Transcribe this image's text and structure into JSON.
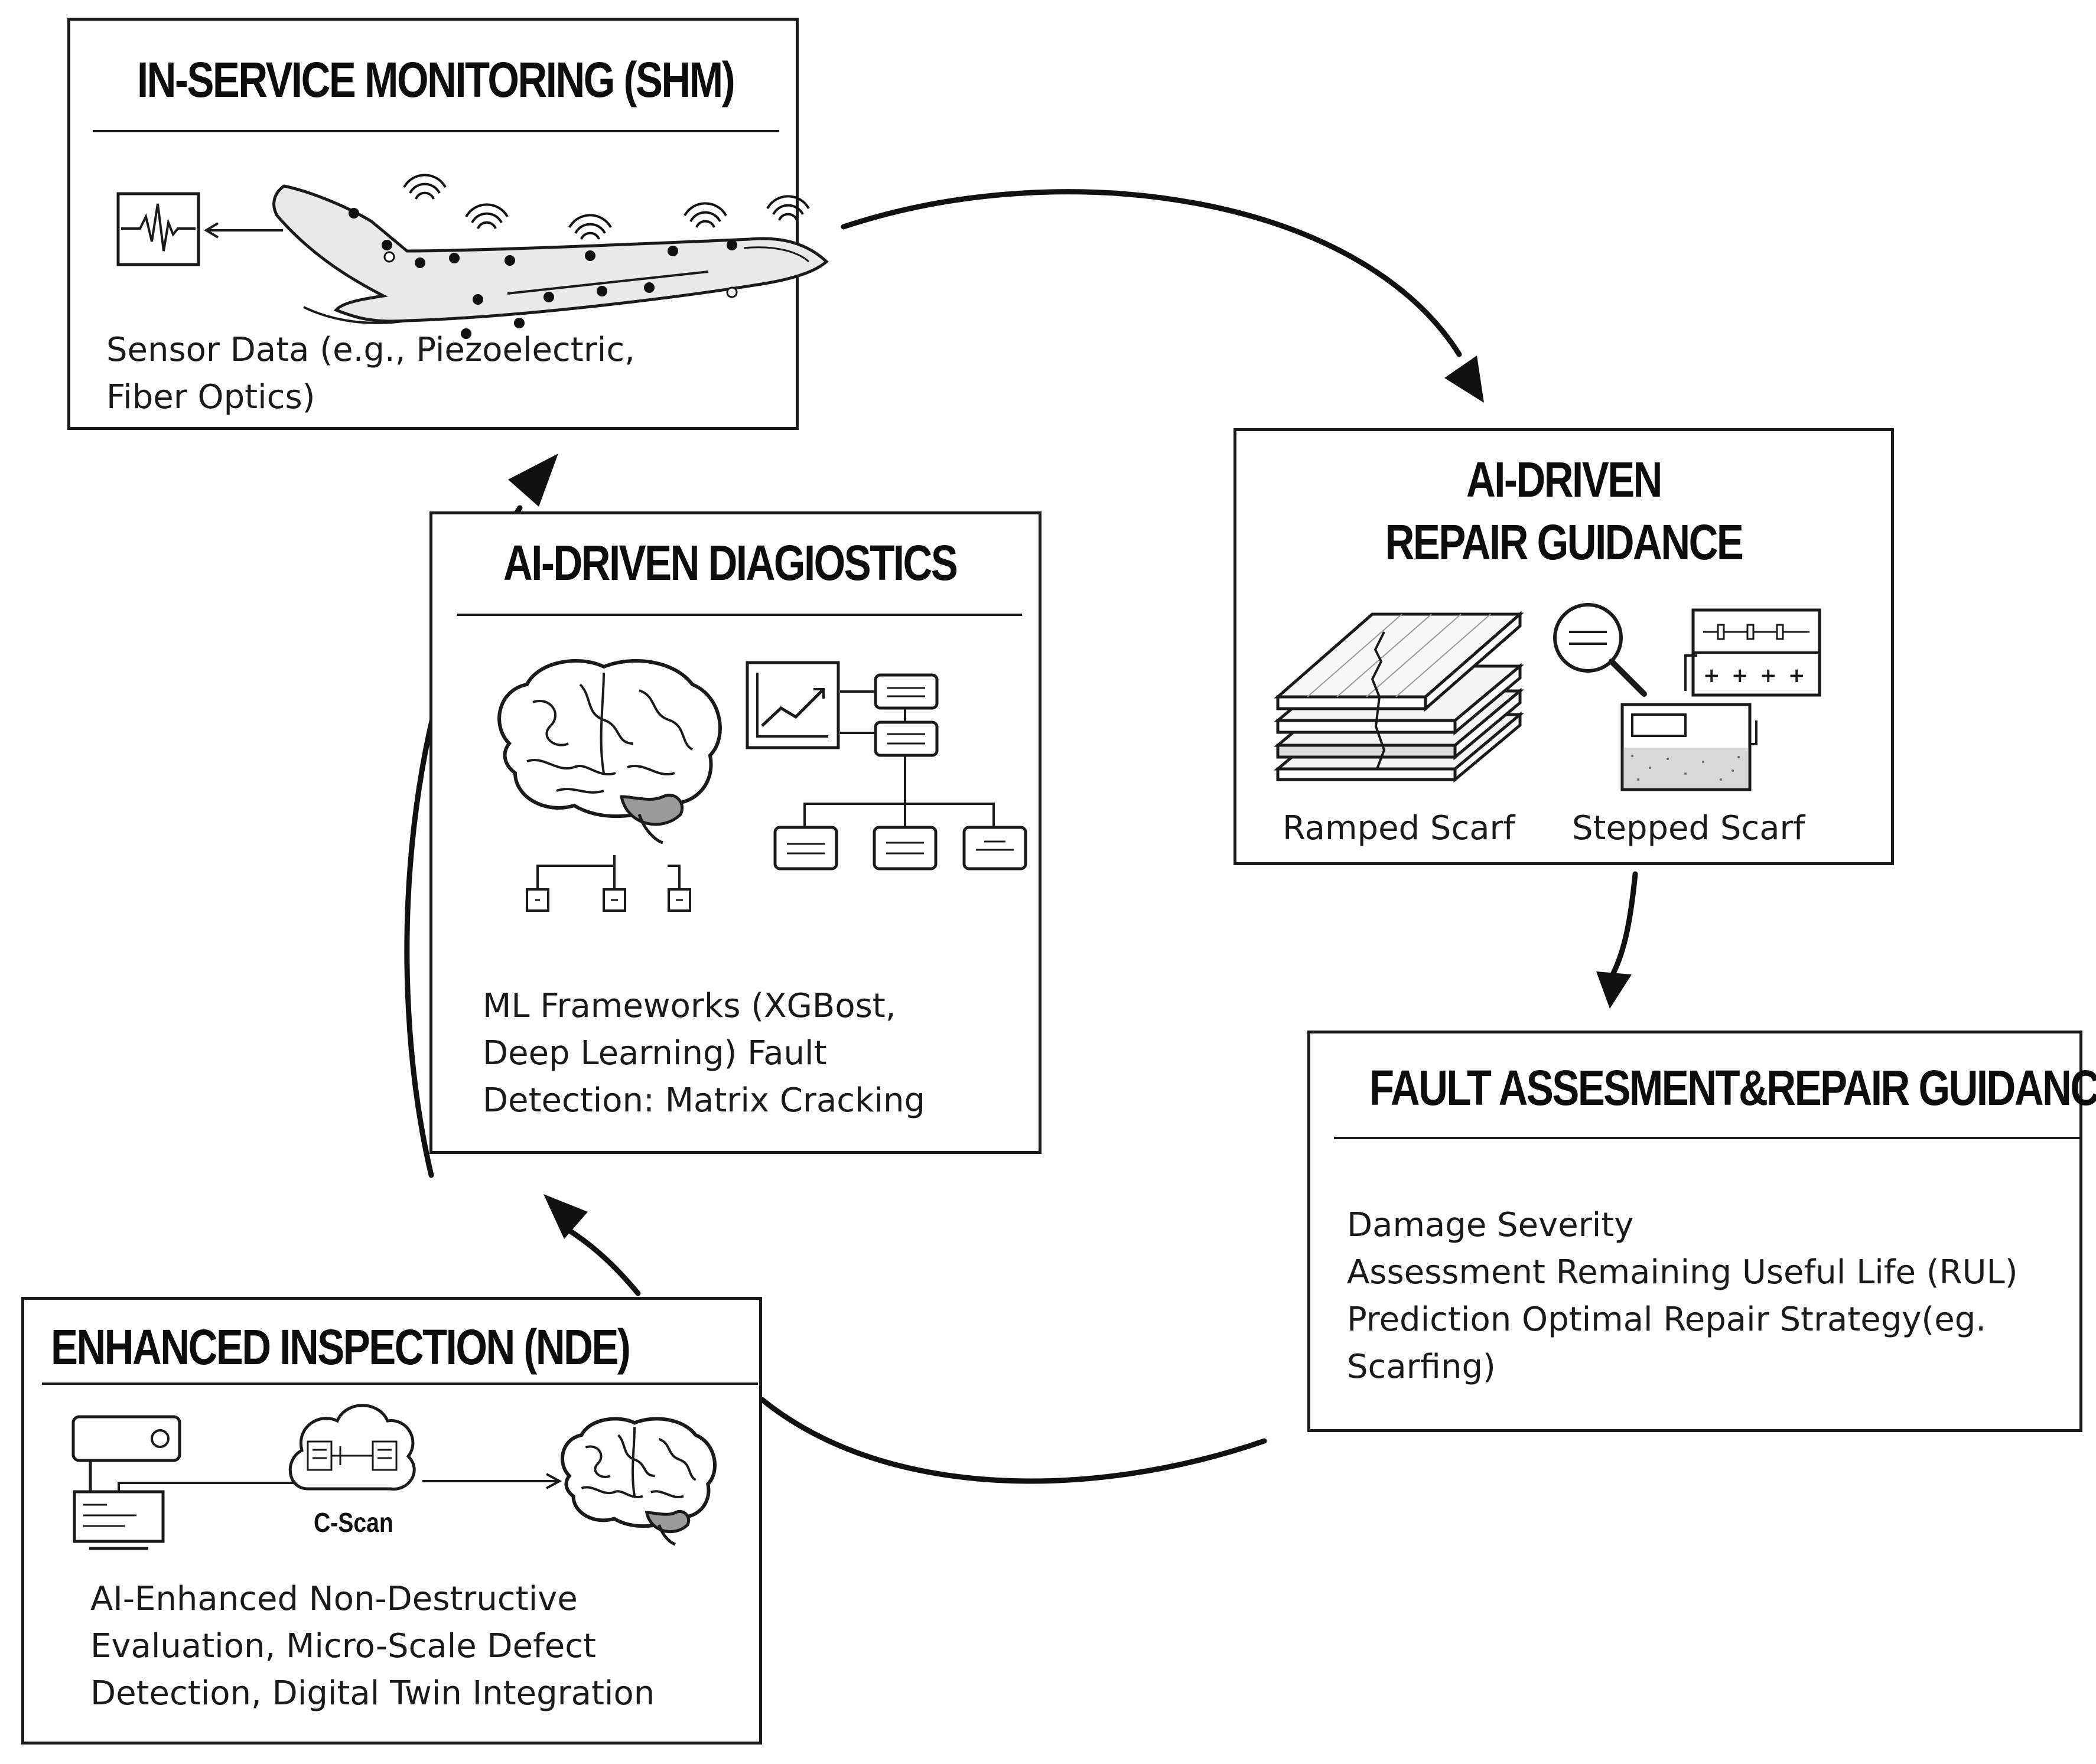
{
  "colors": {
    "ink": "#1a1a1a",
    "fill_light": "#ededed",
    "fill_grey": "#9a9a9a",
    "background": "#ffffff"
  },
  "shm": {
    "title": "IN-SERVICE MONITORING (SHM)",
    "lines": [
      "Sensor Data (e.g., Piezoelectric,",
      "Fiber Optics)"
    ],
    "icons": [
      "signal-monitor-icon",
      "aircraft-with-sensors-icon"
    ]
  },
  "repair_guidance": {
    "title_lines": [
      "AI-DRIVEN",
      "REPAIR GUIDANCE"
    ],
    "ramped_label": "Ramped Scarf",
    "stepped_label": "Stepped Scarf",
    "icons": [
      "laminate-layers-icon",
      "magnifier-icon",
      "control-panel-icon",
      "inspection-device-icon"
    ]
  },
  "fault": {
    "title": "FAULT ASSESMENT&REPAIR GUIDANCE",
    "lines": [
      "Damage Severity",
      "Assessment Remaining Useful Life (RUL)",
      "Prediction Optimal Repair Strategy(eg.",
      "Scarfing)"
    ]
  },
  "diagnostics": {
    "title": "AI-DRIVEN DIAGIOSTICS",
    "lines": [
      "ML Frameworks (XGBost,",
      "Deep Learning) Fault",
      "Detection: Matrix Cracking"
    ],
    "icons": [
      "brain-icon",
      "line-chart-icon",
      "flowchart-icon"
    ]
  },
  "nde": {
    "title": "ENHANCED INSPECTION (NDE)",
    "cscan_label": "C-Scan",
    "lines": [
      "AI-Enhanced Non-Destructive",
      "Evaluation, Micro-Scale Defect",
      "Detection, Digital Twin Integration"
    ],
    "icons": [
      "scanner-terminal-icon",
      "cloud-processing-icon",
      "brain-icon"
    ]
  }
}
